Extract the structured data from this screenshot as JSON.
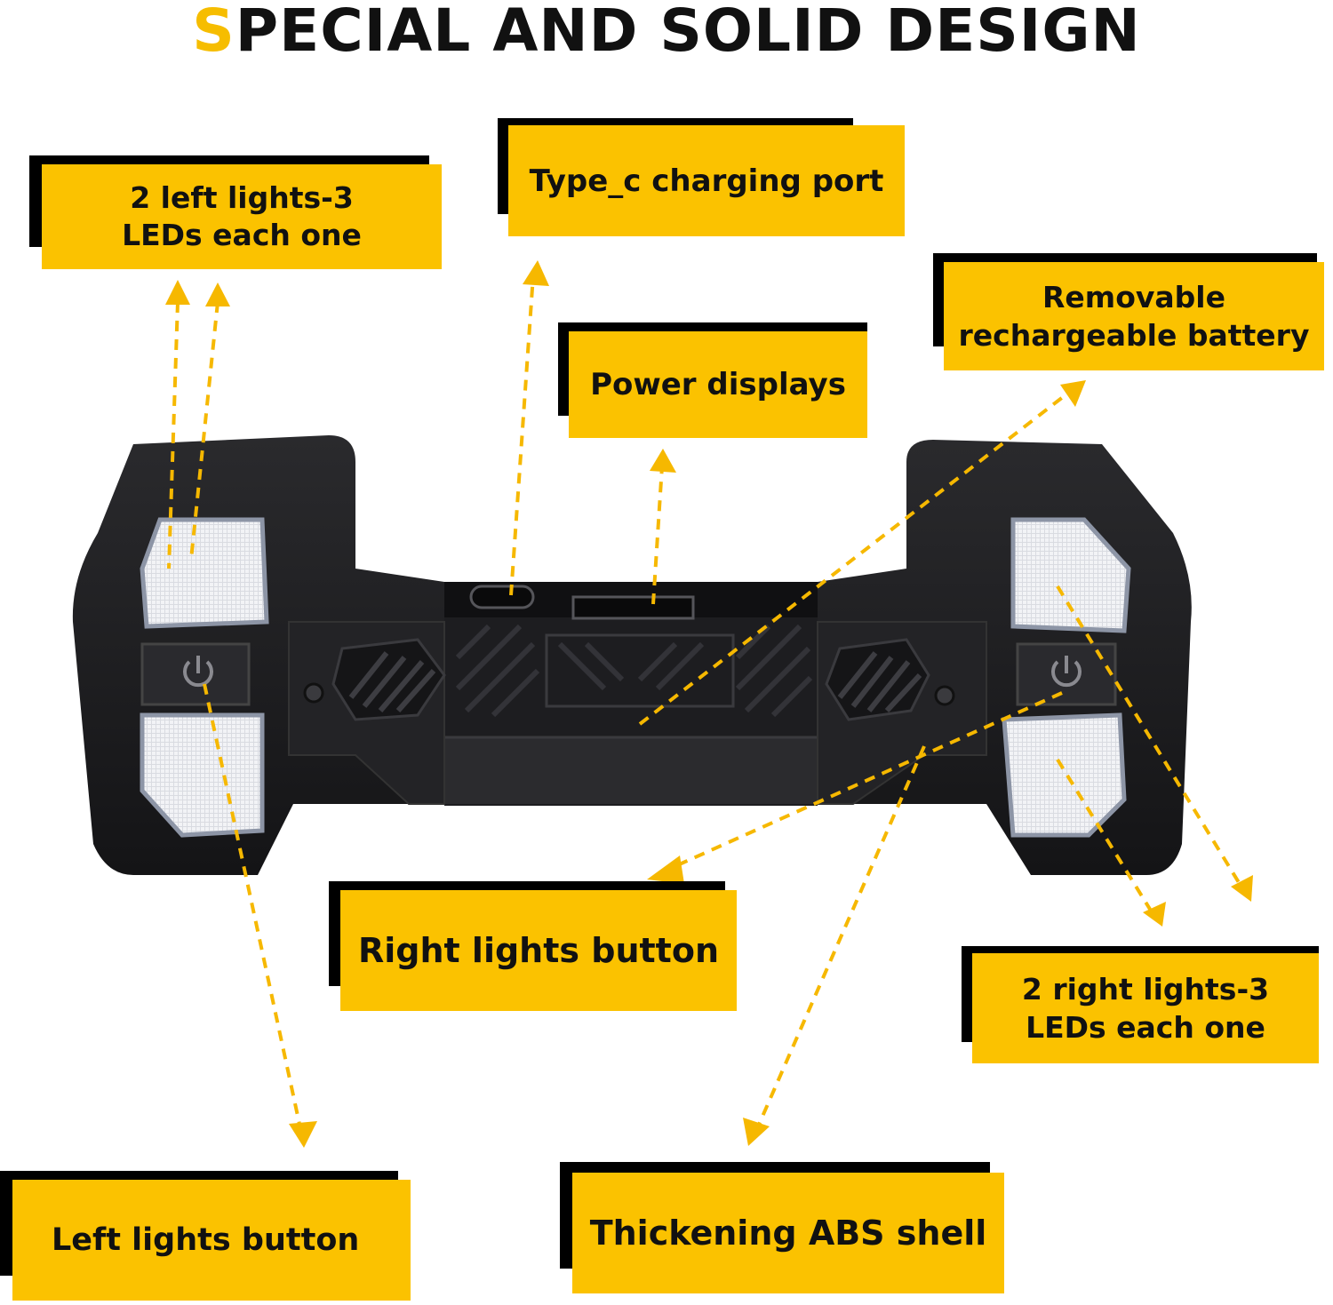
{
  "title": {
    "first_letter": "S",
    "rest": "PECIAL AND SOLID DESIGN"
  },
  "colors": {
    "accent": "#fbc200",
    "shadow": "#000000",
    "device": "#1b1b1d",
    "led": "#eef0f4"
  },
  "callouts": {
    "left_lights": {
      "lines": [
        "2 left lights-3",
        "LEDs each one"
      ]
    },
    "charging_port": {
      "lines": [
        "Type_c charging port"
      ]
    },
    "battery": {
      "lines": [
        "Removable",
        "rechargeable battery"
      ]
    },
    "power_displays": {
      "lines": [
        "Power displays"
      ]
    },
    "right_button": {
      "lines": [
        "Right lights button"
      ]
    },
    "right_lights": {
      "lines": [
        "2 right lights-3",
        "LEDs each one"
      ]
    },
    "left_button": {
      "lines": [
        "Left lights button"
      ]
    },
    "abs_shell": {
      "lines": [
        "Thickening ABS shell"
      ]
    }
  },
  "icons": [
    "power-icon",
    "arrow-icon"
  ]
}
